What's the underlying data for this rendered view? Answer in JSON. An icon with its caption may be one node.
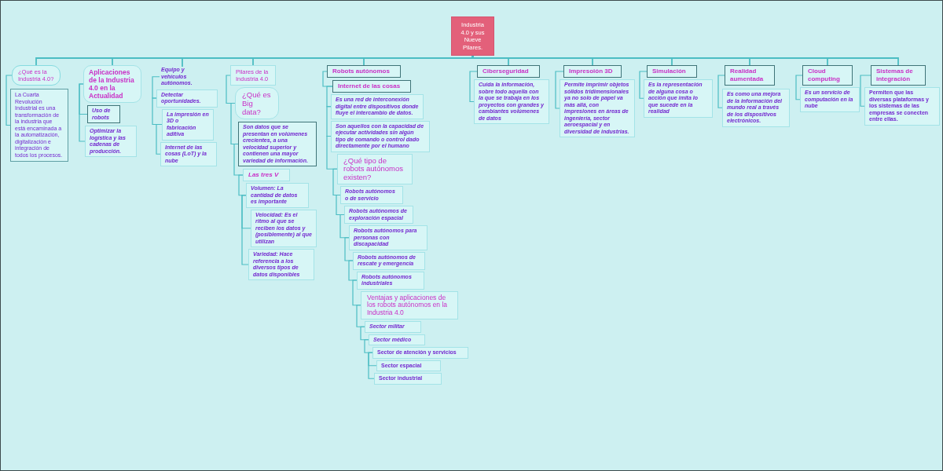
{
  "diagram": {
    "nodes": [
      {
        "text": [
          "Industria 4.0 y sus Nueve Pilares."
        ]
      },
      {
        "text": [
          "¿Qué es la Industria 4.0?"
        ]
      },
      {
        "text": [
          "La Cuarta Revolución Industrial es una transformación de la industria que está encaminada a la automatización, digitalización e integración de todos los procesos."
        ]
      },
      {
        "text": [
          "Aplicaciones de la Industria 4.0 en la Actualidad"
        ]
      },
      {
        "text": [
          "Uso de robots"
        ]
      },
      {
        "text": [
          "Optimizar la logística y las cadenas de producción."
        ]
      },
      {
        "text": [
          "Equipo y vehículos autónomos."
        ]
      },
      {
        "text": [
          "Detectar oportunidades."
        ]
      },
      {
        "text": [
          "La impresión en 3D o fabricación aditiva"
        ]
      },
      {
        "text": [
          "Internet de las cosas (LoT) y la nube"
        ]
      },
      {
        "text": [
          "Pilares de la Industria 4.0"
        ]
      },
      {
        "text": [
          "¿Qué es Big data?"
        ]
      },
      {
        "text": [
          "Son datos que se presentan en volúmenes crecientes, a una velocidad superior y contienen una mayor variedad de información."
        ]
      },
      {
        "text": [
          "Las tres V"
        ]
      },
      {
        "text": [
          "Volumen: La cantidad de datos es importante"
        ]
      },
      {
        "text": [
          "Velocidad: Es el ritmo al que se reciben los datos y (posiblemente) al que utilizan"
        ]
      },
      {
        "text": [
          "Variedad: Hace referencia a los diversos tipos de datos disponibles"
        ]
      },
      {
        "text": [
          "Robots autónomos"
        ]
      },
      {
        "text": [
          "Internet de las cosas"
        ]
      },
      {
        "text": [
          "Es una red de interconexión digital entre dispositivos donde fluye el intercambio de datos."
        ]
      },
      {
        "text": [
          "Son aquellos con la capacidad de ejecutar actividades sin algún tipo de comando o control dado directamente por el humano"
        ]
      },
      {
        "text": [
          "¿Qué tipo de robots autónomos existen?"
        ]
      },
      {
        "text": [
          "Robots autónomos o de servicio"
        ]
      },
      {
        "text": [
          "Robots autónomos de exploración espacial"
        ]
      },
      {
        "text": [
          "Robots autónomos para personas con discapacidad"
        ]
      },
      {
        "text": [
          "Robots autónomos de rescate y emergencia"
        ]
      },
      {
        "text": [
          "Robots autónomos industriales"
        ]
      },
      {
        "text": [
          "Ventajas y aplicaciones de los robots autónomos en la Industria 4.0"
        ]
      },
      {
        "text": [
          "Sector militar"
        ]
      },
      {
        "text": [
          "Sector médico"
        ]
      },
      {
        "text": [
          "Sector de atención y servicios"
        ]
      },
      {
        "text": [
          "Sector espacial"
        ]
      },
      {
        "text": [
          "Sector industrial"
        ]
      },
      {
        "text": [
          "Ciberseguridad"
        ]
      },
      {
        "text": [
          "Cuida la información, sobre todo aquella con la que se trabaja en los proyectos con grandes y cambiantes volúmenes de datos"
        ]
      },
      {
        "text": [
          "Impresoión 3D"
        ]
      },
      {
        "text": [
          "Permite imprimir objetos sólidos tridimensionales ya no solo de papel va más allá, con impresiones en áreas de ingeniería, sector aeroespacial y en diversidad de industrias."
        ]
      },
      {
        "text": [
          "Simulación"
        ]
      },
      {
        "text": [
          "Es la representación de alguna cosa o acción que imita lo que sucede en la realidad"
        ]
      },
      {
        "text": [
          "Realidad aumentada"
        ]
      },
      {
        "text": [
          "Es como una mejora de la información del mundo real a través de los dispositivos electrónicos."
        ]
      },
      {
        "text": [
          "Cloud computing"
        ]
      },
      {
        "text": [
          "Es un servicio de computación en la nube"
        ]
      },
      {
        "text": [
          "Sistemas de integración"
        ]
      },
      {
        "text": [
          "Permiten que las diversas plataformas y los sistemas de las empresas se conecten entre ellas."
        ]
      }
    ],
    "edges": [
      {
        "from": 0,
        "to": 1,
        "arrow": "none"
      },
      {
        "from": 0,
        "to": 3,
        "arrow": "none"
      },
      {
        "from": 0,
        "to": 6,
        "arrow": "none"
      },
      {
        "from": 0,
        "to": 10,
        "arrow": "none"
      },
      {
        "from": 0,
        "to": 17,
        "arrow": "none"
      },
      {
        "from": 0,
        "to": 33,
        "arrow": "none"
      },
      {
        "from": 0,
        "to": 35,
        "arrow": "none"
      },
      {
        "from": 0,
        "to": 37,
        "arrow": "none"
      },
      {
        "from": 0,
        "to": 39,
        "arrow": "none"
      },
      {
        "from": 0,
        "to": 41,
        "arrow": "none"
      },
      {
        "from": 0,
        "to": 43,
        "arrow": "none"
      },
      {
        "from": 1,
        "to": 2,
        "arrow": "none"
      },
      {
        "from": 3,
        "to": 4,
        "arrow": "none"
      },
      {
        "from": 3,
        "to": 5,
        "arrow": "none"
      },
      {
        "from": 6,
        "to": 7,
        "arrow": "none"
      },
      {
        "from": 7,
        "to": 8,
        "arrow": "none"
      },
      {
        "from": 8,
        "to": 9,
        "arrow": "none"
      },
      {
        "from": 10,
        "to": 11,
        "arrow": "none"
      },
      {
        "from": 11,
        "to": 12,
        "arrow": "none"
      },
      {
        "from": 12,
        "to": 13,
        "arrow": "none"
      },
      {
        "from": 13,
        "to": 14,
        "arrow": "none"
      },
      {
        "from": 14,
        "to": 15,
        "arrow": "none"
      },
      {
        "from": 14,
        "to": 16,
        "arrow": "none"
      },
      {
        "from": 17,
        "to": 18,
        "arrow": "none"
      },
      {
        "from": 18,
        "to": 19,
        "arrow": "none"
      },
      {
        "from": 19,
        "to": 20,
        "arrow": "none"
      },
      {
        "from": 20,
        "to": 21,
        "arrow": "none"
      },
      {
        "from": 21,
        "to": 22,
        "arrow": "none"
      },
      {
        "from": 22,
        "to": 23,
        "arrow": "none"
      },
      {
        "from": 23,
        "to": 24,
        "arrow": "none"
      },
      {
        "from": 24,
        "to": 25,
        "arrow": "none"
      },
      {
        "from": 25,
        "to": 26,
        "arrow": "none"
      },
      {
        "from": 26,
        "to": 27,
        "arrow": "none"
      },
      {
        "from": 27,
        "to": 28,
        "arrow": "none"
      },
      {
        "from": 28,
        "to": 29,
        "arrow": "none"
      },
      {
        "from": 29,
        "to": 30,
        "arrow": "none"
      },
      {
        "from": 30,
        "to": 31,
        "arrow": "none"
      },
      {
        "from": 30,
        "to": 32,
        "arrow": "none"
      },
      {
        "from": 33,
        "to": 34,
        "arrow": "none"
      },
      {
        "from": 35,
        "to": 36,
        "arrow": "none"
      },
      {
        "from": 37,
        "to": 38,
        "arrow": "none"
      },
      {
        "from": 39,
        "to": 40,
        "arrow": "none"
      },
      {
        "from": 41,
        "to": 42,
        "arrow": "none"
      },
      {
        "from": 43,
        "to": 44,
        "arrow": "none"
      }
    ]
  }
}
